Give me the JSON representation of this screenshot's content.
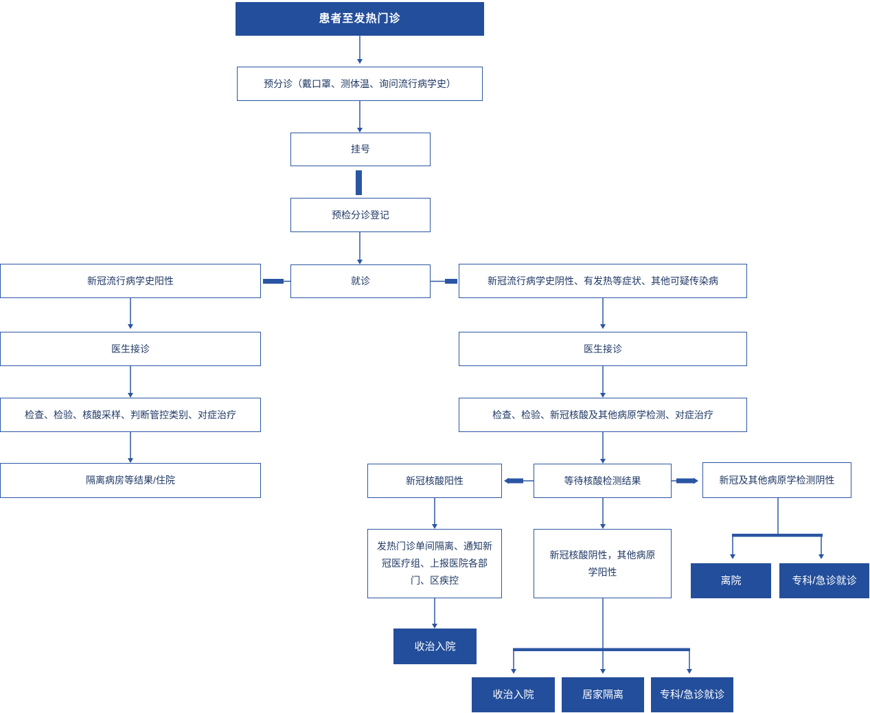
{
  "colors": {
    "box_fill_blue": "#234E9B",
    "box_border_blue": "#2A55A3",
    "connector_blue": "#2A55A3",
    "text_dark_blue": "#1F3864",
    "text_on_blue": "#FFFFFF",
    "background": "#FFFFFF"
  },
  "nodes": {
    "start": {
      "label": "患者至发热门诊",
      "style": "filled"
    },
    "pre_triage": {
      "label": "预分诊（戴口罩、测体温、询问流行病学史）",
      "style": "outlined"
    },
    "register": {
      "label": "挂号",
      "style": "outlined"
    },
    "triage_registration": {
      "label": "预检分诊登记",
      "style": "outlined"
    },
    "visit": {
      "label": "就诊",
      "style": "outlined"
    },
    "epi_positive": {
      "label": "新冠流行病学史阳性",
      "style": "outlined"
    },
    "epi_negative": {
      "label": "新冠流行病学史阴性、有发热等症状、其他可疑传染病",
      "style": "outlined"
    },
    "doctor_left": {
      "label": "医生接诊",
      "style": "outlined"
    },
    "doctor_right": {
      "label": "医生接诊",
      "style": "outlined"
    },
    "exam_left": {
      "label": "检查、检验、核酸采样、判断管控类别、对症治疗",
      "style": "outlined"
    },
    "exam_right": {
      "label": "检查、检验、新冠核酸及其他病原学检测、对症治疗",
      "style": "outlined"
    },
    "isolation_ward": {
      "label": "隔离病房等结果/住院",
      "style": "outlined"
    },
    "nucleic_positive": {
      "label": "新冠核酸阳性",
      "style": "outlined"
    },
    "wait_result": {
      "label": "等待核酸检测结果",
      "style": "outlined"
    },
    "all_negative": {
      "label": "新冠及其他病原学检测阴性",
      "style": "outlined"
    },
    "fever_isolation": {
      "label": "发热门诊单间隔离、通知新冠医疗组、上报医院各部门、区疾控",
      "style": "outlined"
    },
    "other_pathogen_positive": {
      "label": "新冠核酸阴性，其他病原学阳性",
      "style": "outlined"
    },
    "admit_1": {
      "label": "收治入院",
      "style": "filled"
    },
    "admit_2": {
      "label": "收治入院",
      "style": "filled"
    },
    "home_quarantine": {
      "label": "居家隔离",
      "style": "filled"
    },
    "specialist_2": {
      "label": "专科/急诊就诊",
      "style": "filled"
    },
    "discharge": {
      "label": "离院",
      "style": "filled"
    },
    "specialist_1": {
      "label": "专科/急诊就诊",
      "style": "filled"
    }
  },
  "edges": [
    {
      "from": "start",
      "to": "pre_triage",
      "style": "arrow"
    },
    {
      "from": "pre_triage",
      "to": "register",
      "style": "arrow"
    },
    {
      "from": "register",
      "to": "triage_registration",
      "style": "thick-bar"
    },
    {
      "from": "triage_registration",
      "to": "visit",
      "style": "arrow"
    },
    {
      "from": "visit",
      "to": "epi_positive",
      "style": "thick-dash"
    },
    {
      "from": "visit",
      "to": "epi_negative",
      "style": "thick-dash"
    },
    {
      "from": "epi_positive",
      "to": "doctor_left",
      "style": "arrow"
    },
    {
      "from": "doctor_left",
      "to": "exam_left",
      "style": "arrow"
    },
    {
      "from": "exam_left",
      "to": "isolation_ward",
      "style": "arrow"
    },
    {
      "from": "epi_negative",
      "to": "doctor_right",
      "style": "arrow"
    },
    {
      "from": "doctor_right",
      "to": "exam_right",
      "style": "arrow"
    },
    {
      "from": "exam_right",
      "to": "wait_result",
      "style": "arrow"
    },
    {
      "from": "wait_result",
      "to": "nucleic_positive",
      "style": "thick-dash-arrow"
    },
    {
      "from": "wait_result",
      "to": "all_negative",
      "style": "thick-dash-arrow"
    },
    {
      "from": "wait_result",
      "to": "other_pathogen_positive",
      "style": "arrow"
    },
    {
      "from": "nucleic_positive",
      "to": "fever_isolation",
      "style": "arrow"
    },
    {
      "from": "fever_isolation",
      "to": "admit_1",
      "style": "arrow"
    },
    {
      "from": "other_pathogen_positive",
      "to": "admit_2",
      "style": "arrow"
    },
    {
      "from": "other_pathogen_positive",
      "to": "home_quarantine",
      "style": "arrow"
    },
    {
      "from": "other_pathogen_positive",
      "to": "specialist_2",
      "style": "arrow"
    },
    {
      "from": "all_negative",
      "to": "discharge",
      "style": "arrow"
    },
    {
      "from": "all_negative",
      "to": "specialist_1",
      "style": "arrow"
    }
  ]
}
